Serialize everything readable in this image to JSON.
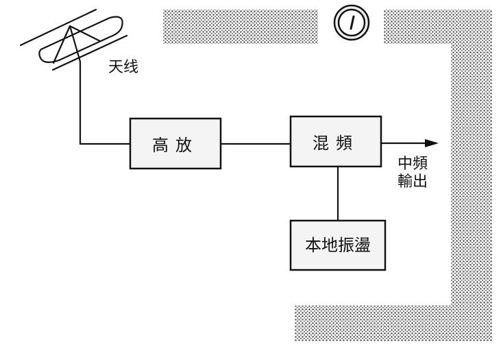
{
  "diagram": {
    "antenna_label": "天线",
    "blocks": {
      "rf_amp": "高放",
      "mixer": "混頻",
      "local_osc": "本地振盪"
    },
    "output_label": {
      "line1": "中頻",
      "line2": "輸出"
    },
    "clock_icon": "clock-icon",
    "colors": {
      "ink": "#111111",
      "box_fill": "#f4f4f4",
      "screen_dots": "#6a6a6a",
      "paper": "#ffffff"
    }
  }
}
